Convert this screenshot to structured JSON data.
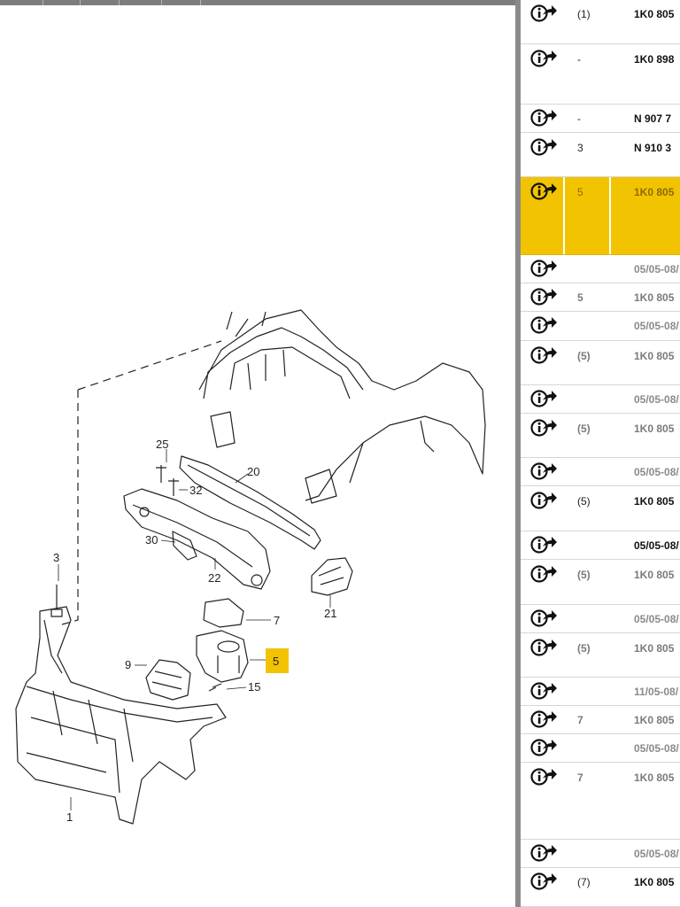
{
  "diagram": {
    "callouts": [
      {
        "label": "25"
      },
      {
        "label": "32"
      },
      {
        "label": "20"
      },
      {
        "label": "30"
      },
      {
        "label": "22"
      },
      {
        "label": "3"
      },
      {
        "label": "21"
      },
      {
        "label": "7"
      },
      {
        "label": "9"
      },
      {
        "label": "5"
      },
      {
        "label": "15"
      },
      {
        "label": "1"
      }
    ]
  },
  "parts_list": {
    "rows": [
      {
        "qty": "(1)",
        "part": "1K0 805",
        "style": "normal"
      },
      {
        "qty": "-",
        "part": "1K0 898",
        "style": "normal"
      },
      {
        "qty": "-",
        "part": "N  907 7",
        "style": "normal"
      },
      {
        "qty": "3",
        "part": "N  910 3",
        "style": "normal"
      },
      {
        "qty": "5",
        "part": "1K0 805",
        "style": "highlight"
      },
      {
        "qty": "",
        "part": "05/05-08/",
        "style": "sub"
      },
      {
        "qty": "5",
        "part": "1K0 805",
        "style": "dim"
      },
      {
        "qty": "",
        "part": "05/05-08/",
        "style": "sub"
      },
      {
        "qty": "(5)",
        "part": "1K0 805",
        "style": "dim"
      },
      {
        "qty": "",
        "part": "05/05-08/",
        "style": "sub"
      },
      {
        "qty": "(5)",
        "part": "1K0 805",
        "style": "dim"
      },
      {
        "qty": "",
        "part": "05/05-08/",
        "style": "sub"
      },
      {
        "qty": "(5)",
        "part": "1K0 805",
        "style": "normal"
      },
      {
        "qty": "",
        "part": "05/05-08/",
        "style": "normal"
      },
      {
        "qty": "(5)",
        "part": "1K0 805",
        "style": "dim"
      },
      {
        "qty": "",
        "part": "05/05-08/",
        "style": "sub"
      },
      {
        "qty": "(5)",
        "part": "1K0 805",
        "style": "dim"
      },
      {
        "qty": "",
        "part": "11/05-08/",
        "style": "sub"
      },
      {
        "qty": "7",
        "part": "1K0 805",
        "style": "dim"
      },
      {
        "qty": "",
        "part": "05/05-08/",
        "style": "sub"
      },
      {
        "qty": "7",
        "part": "1K0 805",
        "style": "dim"
      },
      {
        "qty": "",
        "part": "05/05-08/",
        "style": "sub"
      },
      {
        "qty": "(7)",
        "part": "1K0 805",
        "style": "normal"
      }
    ]
  },
  "colors": {
    "highlight": "#f2c300",
    "toolbar": "#7d7d7d",
    "divider": "#8a8a8a"
  },
  "icons": {
    "row_icon": "info-arrow-icon"
  }
}
